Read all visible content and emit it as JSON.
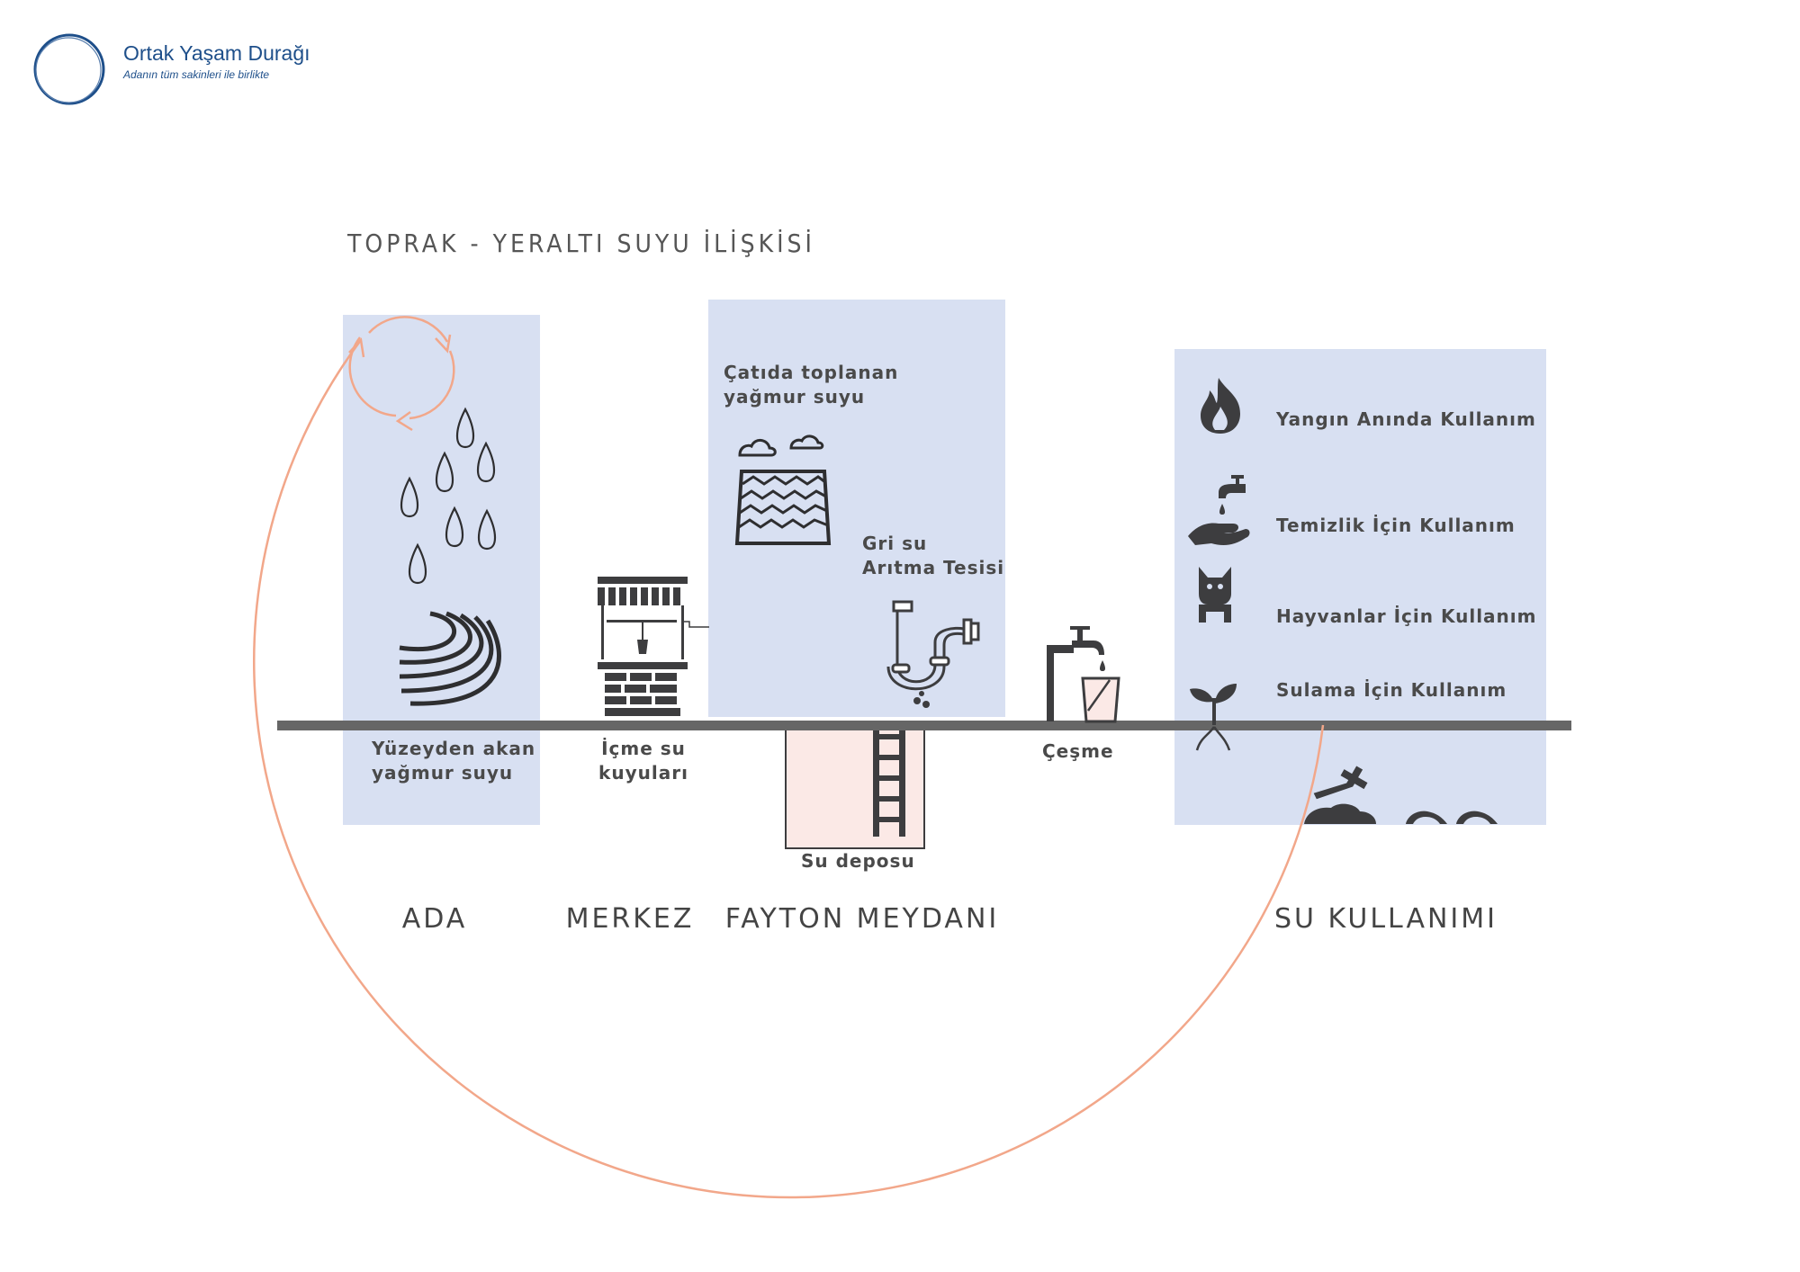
{
  "logo": {
    "name": "Ortak Yaşam Durağı",
    "tagline": "Adanın tüm sakinleri ile birlikte"
  },
  "title": "TOPRAK - YERALTI SUYU İLİŞKİSİ",
  "labels": {
    "surface_runoff": [
      "Yüzeyden akan",
      "yağmur suyu"
    ],
    "wells": [
      "İçme su",
      "kuyuları"
    ],
    "roof_rain": [
      "Çatıda toplanan",
      "yağmur suyu"
    ],
    "grey_water": [
      "Gri su",
      "Arıtma Tesisi"
    ],
    "tank": "Su deposu",
    "fountain": "Çeşme"
  },
  "uses": [
    {
      "label": "Yangın Anında Kullanım",
      "icon": "fire-icon"
    },
    {
      "label": "Temizlik İçin Kullanım",
      "icon": "hand-tap-icon"
    },
    {
      "label": "Hayvanlar İçin Kullanım",
      "icon": "dog-icon"
    },
    {
      "label": "Sulama İçin Kullanım",
      "icon": "sprout-icon"
    }
  ],
  "zones": [
    "ADA",
    "MERKEZ",
    "FAYTON MEYDANI",
    "SU KULLANIMI"
  ],
  "colors": {
    "panel": "#d8e0f2",
    "cycle": "#f2a78a",
    "ground": "#666666",
    "icon": "#3d3d3f",
    "tank": "#fbe9e6",
    "logo": "#1e4f8a"
  }
}
